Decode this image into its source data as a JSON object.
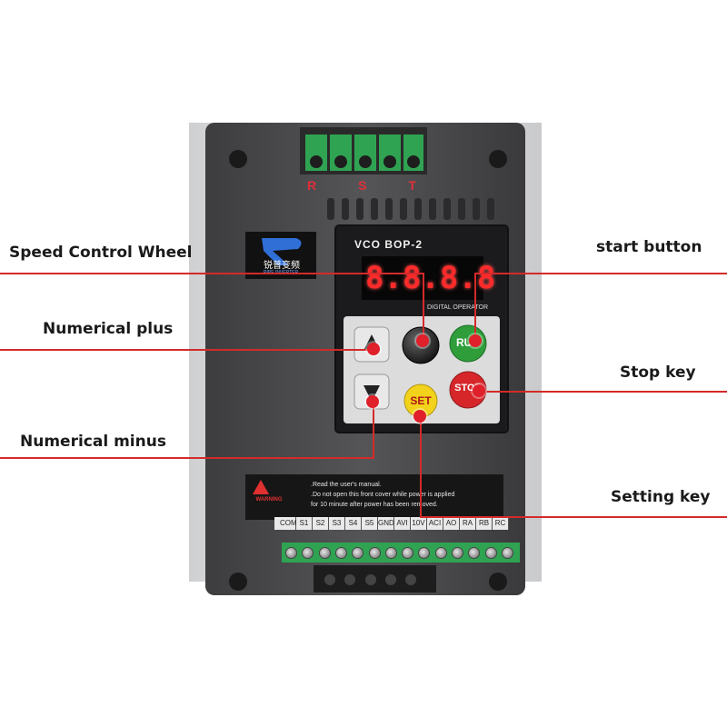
{
  "callouts": {
    "speed_wheel": "Speed Control Wheel",
    "numerical_plus": "Numerical plus",
    "numerical_minus": "Numerical minus",
    "start_button": "start button",
    "stop_key": "Stop key",
    "setting_key": "Setting key"
  },
  "device": {
    "power_terminals": [
      "R",
      "S",
      "T"
    ],
    "brand_chinese": "锐普变频",
    "brand_english": "RIPE INVERTER",
    "panel_model": "VCO BOP-2",
    "display_digits": "8.8.8.8",
    "panel_caption": "DIGITAL OPERATOR",
    "keys": {
      "run": "RUN",
      "stop": "STOP",
      "set": "SET"
    },
    "warning_label": "WARNING",
    "warning_lines": [
      ".Read the user's manual.",
      ".Do not open this front cover while power is applied",
      "for 10 minute after power has been removed."
    ],
    "control_terminals": [
      "COM",
      "S1",
      "S2",
      "S3",
      "S4",
      "S5",
      "GND",
      "AVI",
      "10V",
      "ACI",
      "AO",
      "RA",
      "RB",
      "RC"
    ]
  },
  "colors": {
    "accent_red": "#d42a2a",
    "run_green": "#2e9d3a",
    "stop_red": "#d6262a",
    "set_yellow": "#f2d21a",
    "display_red": "#ff2a2a",
    "housing": "#4a4a4c"
  }
}
